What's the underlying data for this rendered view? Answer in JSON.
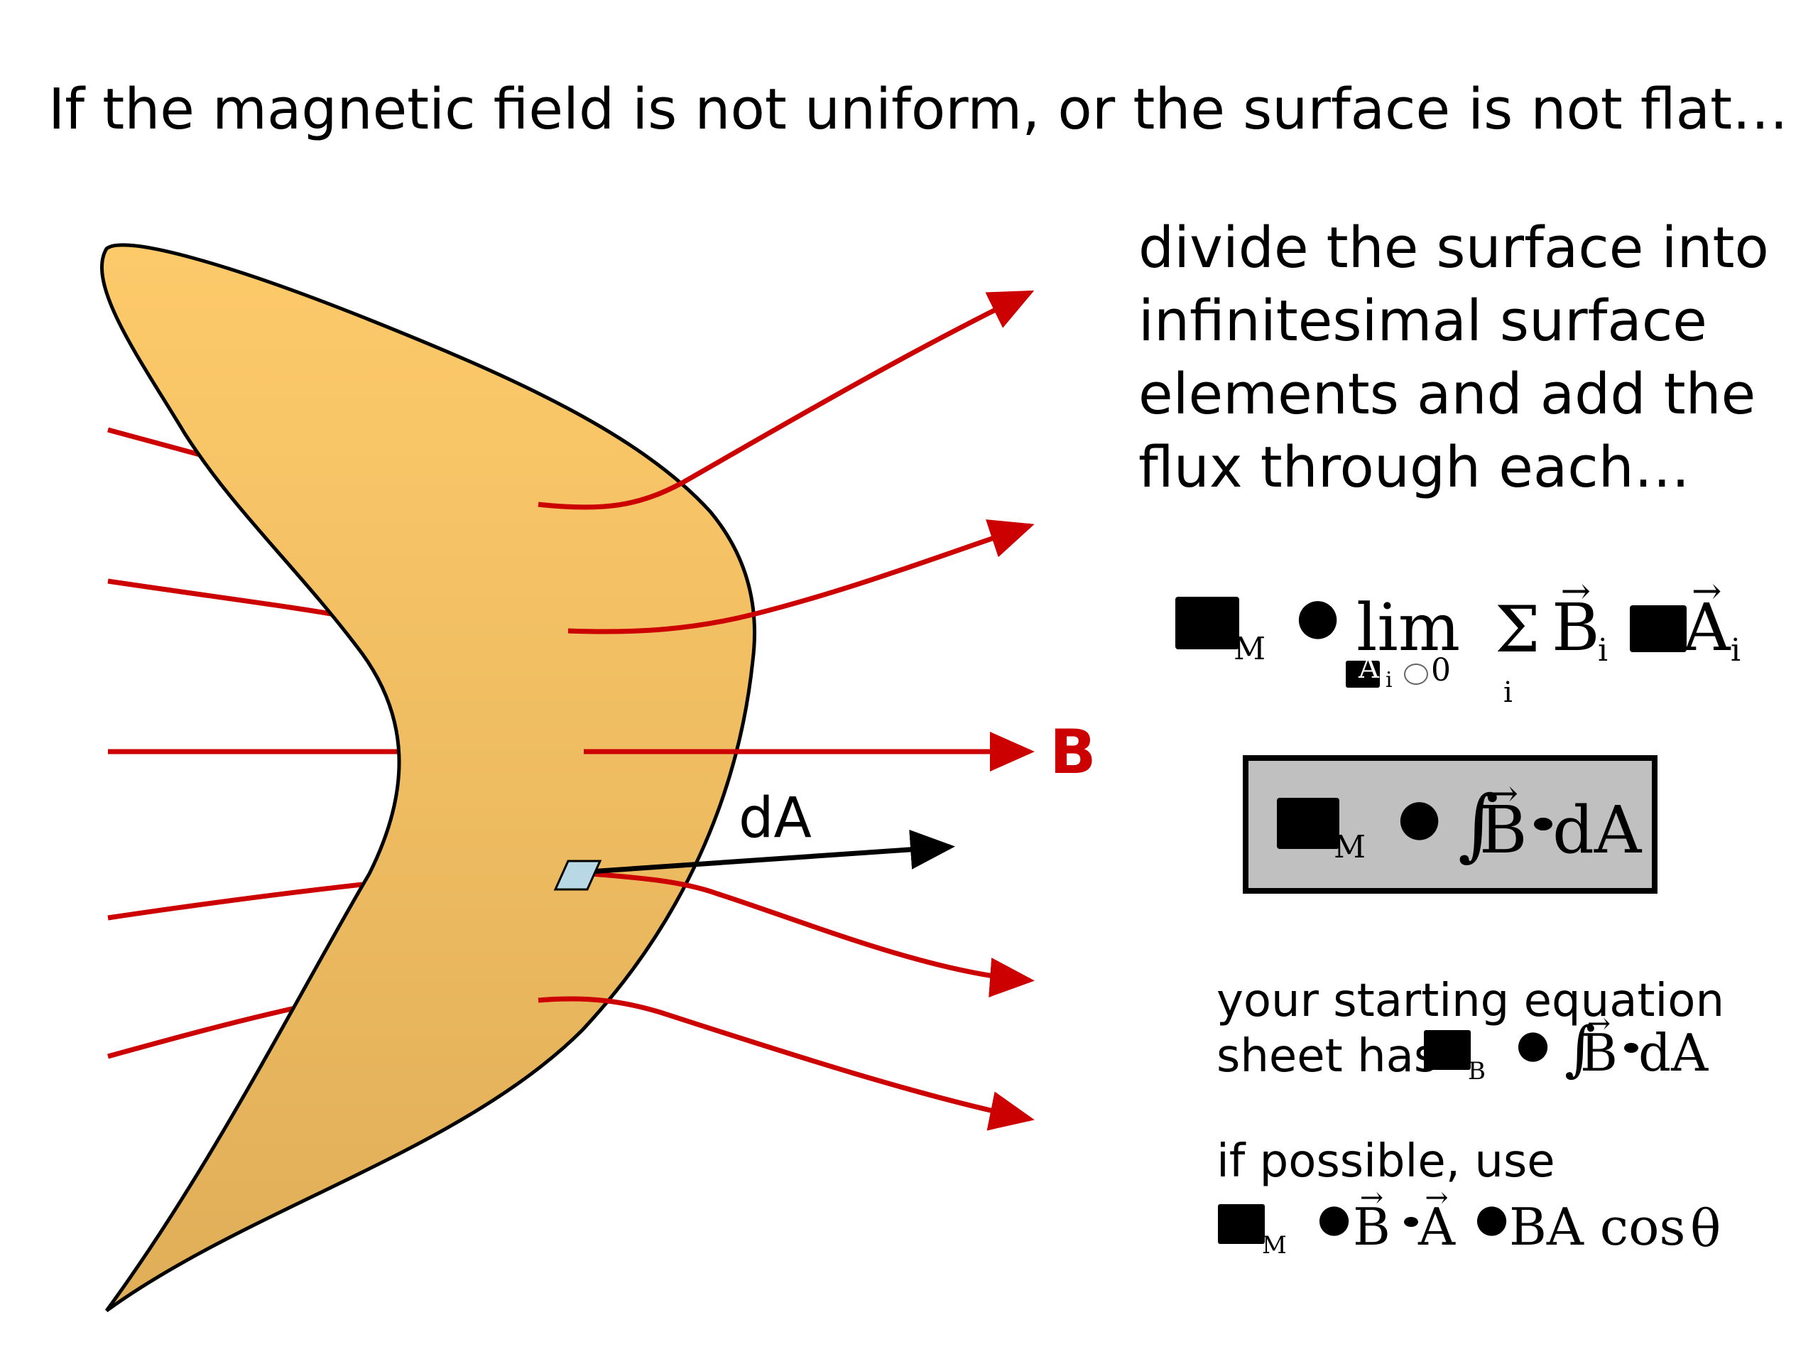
{
  "title": "If the magnetic field is not uniform, or the surface is not flat…",
  "description": [
    "divide the surface into",
    "infinitesimal surface",
    "elements and add the",
    "flux through each…"
  ],
  "diagram": {
    "field_label": "B",
    "element_label": "dA",
    "colors": {
      "surface": "#f6c264",
      "field_lines": "#cc0000",
      "element": "#b9d8e6",
      "vector": "#000000"
    }
  },
  "equations": {
    "limit": {
      "bullet": "●",
      "lim": "lim",
      "lim_sub": "A",
      "lim_sub_i": "i",
      "lim_sub_zero": "0",
      "sum_i": "i",
      "B": "B",
      "B_sub": "i",
      "A": "A",
      "A_sub": "i",
      "phi_sub": "M"
    },
    "boxed": {
      "phi_sub": "M",
      "bullet": "●",
      "B": "B",
      "dA": "dA"
    }
  },
  "notes": {
    "sheet_line1": "your starting equation",
    "sheet_line2": "sheet has",
    "sheet_eq": {
      "phi_sub": "B",
      "bullet": "●",
      "B": "B",
      "dA": "dA"
    },
    "possible_line": "if possible, use",
    "possible_eq": {
      "phi_sub": "M",
      "bullet1": "●",
      "B": "B",
      "A": "A",
      "bullet2": "●",
      "rhs": "BA cos"
    }
  }
}
